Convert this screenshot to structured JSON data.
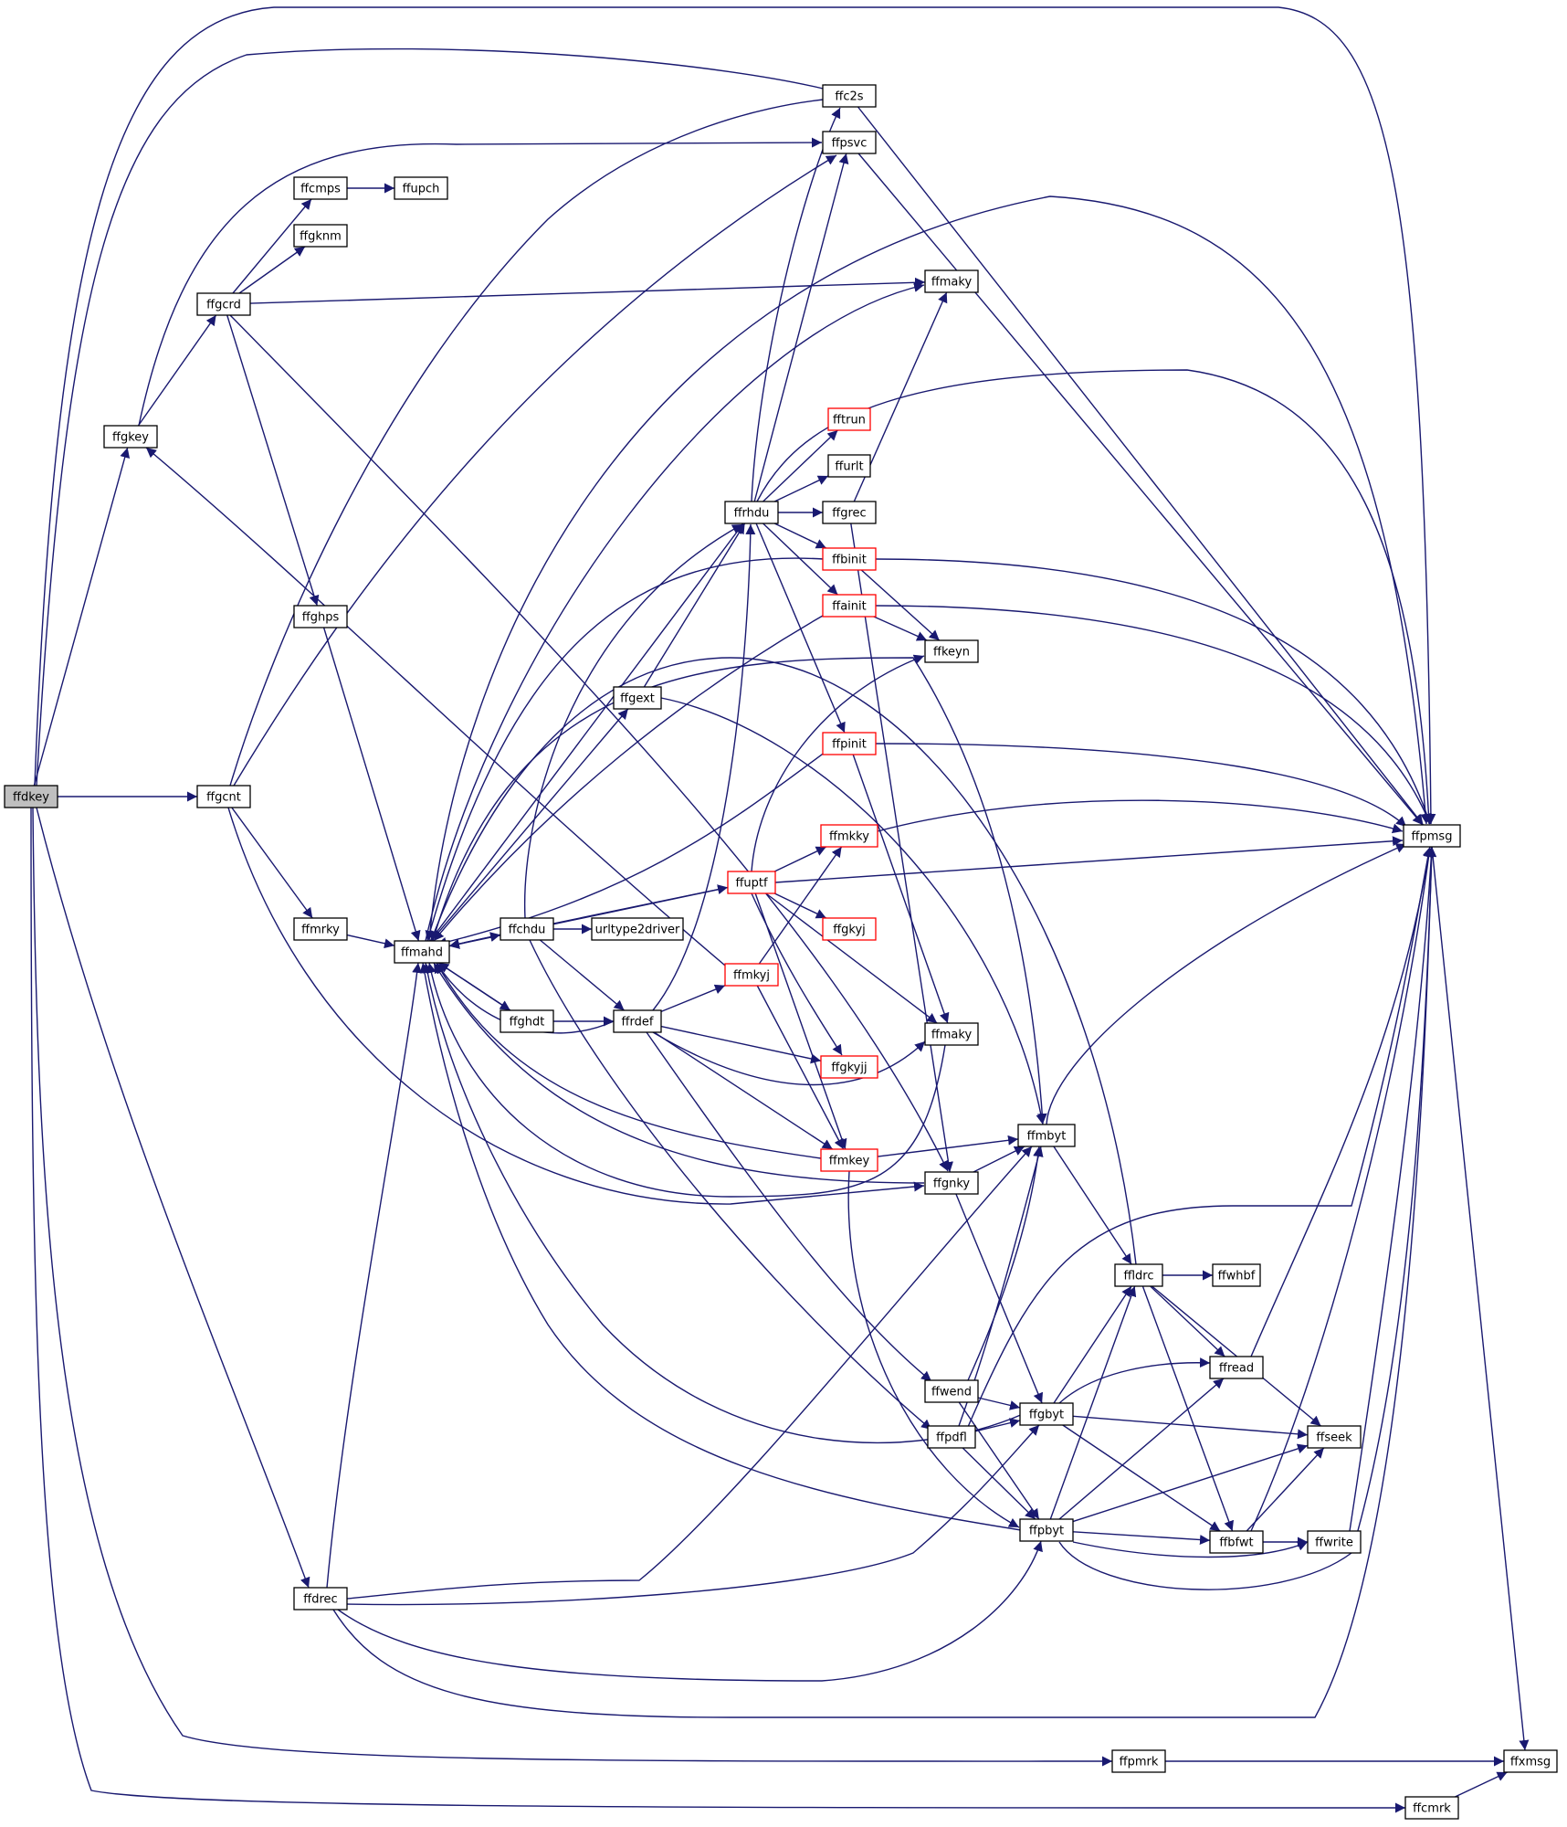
{
  "graph": {
    "nodes": [
      {
        "id": "ffdkey",
        "label": "ffdkey",
        "style": "root"
      },
      {
        "id": "ffc2s",
        "label": "ffc2s",
        "style": "normal"
      },
      {
        "id": "ffpsvc",
        "label": "ffpsvc",
        "style": "normal"
      },
      {
        "id": "ffcmps",
        "label": "ffcmps",
        "style": "normal"
      },
      {
        "id": "ffupch",
        "label": "ffupch",
        "style": "normal"
      },
      {
        "id": "ffgknm",
        "label": "ffgknm",
        "style": "normal"
      },
      {
        "id": "ffgcrd",
        "label": "ffgcrd",
        "style": "normal"
      },
      {
        "id": "ffmaky_top",
        "label": "ffmaky",
        "style": "normal"
      },
      {
        "id": "ffgkey",
        "label": "ffgkey",
        "style": "normal"
      },
      {
        "id": "fftrun",
        "label": "fftrun",
        "style": "incomplete"
      },
      {
        "id": "ffurlt",
        "label": "ffurlt",
        "style": "normal"
      },
      {
        "id": "ffrhdu",
        "label": "ffrhdu",
        "style": "normal"
      },
      {
        "id": "ffgrec",
        "label": "ffgrec",
        "style": "normal"
      },
      {
        "id": "ffbinit",
        "label": "ffbinit",
        "style": "incomplete"
      },
      {
        "id": "ffainit",
        "label": "ffainit",
        "style": "incomplete"
      },
      {
        "id": "ffghps",
        "label": "ffghps",
        "style": "normal"
      },
      {
        "id": "ffkeyn",
        "label": "ffkeyn",
        "style": "normal"
      },
      {
        "id": "ffgext",
        "label": "ffgext",
        "style": "normal"
      },
      {
        "id": "ffpinit",
        "label": "ffpinit",
        "style": "incomplete"
      },
      {
        "id": "ffgcnt",
        "label": "ffgcnt",
        "style": "normal"
      },
      {
        "id": "ffpmsg",
        "label": "ffpmsg",
        "style": "normal"
      },
      {
        "id": "ffmkky",
        "label": "ffmkky",
        "style": "incomplete"
      },
      {
        "id": "ffuptf",
        "label": "ffuptf",
        "style": "incomplete"
      },
      {
        "id": "ffmrky",
        "label": "ffmrky",
        "style": "normal"
      },
      {
        "id": "ffchdu",
        "label": "ffchdu",
        "style": "normal"
      },
      {
        "id": "urltype2driver",
        "label": "urltype2driver",
        "style": "normal"
      },
      {
        "id": "ffgkyj",
        "label": "ffgkyj",
        "style": "incomplete"
      },
      {
        "id": "ffmahd",
        "label": "ffmahd",
        "style": "normal"
      },
      {
        "id": "ffmkyj",
        "label": "ffmkyj",
        "style": "incomplete"
      },
      {
        "id": "ffghdt",
        "label": "ffghdt",
        "style": "normal"
      },
      {
        "id": "ffrdef",
        "label": "ffrdef",
        "style": "normal"
      },
      {
        "id": "ffmaky_mid",
        "label": "ffmaky",
        "style": "normal"
      },
      {
        "id": "ffgkyjj",
        "label": "ffgkyjj",
        "style": "incomplete"
      },
      {
        "id": "ffmbyt",
        "label": "ffmbyt",
        "style": "normal"
      },
      {
        "id": "ffmkey",
        "label": "ffmkey",
        "style": "incomplete"
      },
      {
        "id": "ffgnky",
        "label": "ffgnky",
        "style": "normal"
      },
      {
        "id": "ffldrc",
        "label": "ffldrc",
        "style": "normal"
      },
      {
        "id": "ffwhbf",
        "label": "ffwhbf",
        "style": "normal"
      },
      {
        "id": "ffread",
        "label": "ffread",
        "style": "normal"
      },
      {
        "id": "ffwend",
        "label": "ffwend",
        "style": "normal"
      },
      {
        "id": "ffgbyt",
        "label": "ffgbyt",
        "style": "normal"
      },
      {
        "id": "ffpdfl",
        "label": "ffpdfl",
        "style": "normal"
      },
      {
        "id": "ffseek",
        "label": "ffseek",
        "style": "normal"
      },
      {
        "id": "ffpbyt",
        "label": "ffpbyt",
        "style": "normal"
      },
      {
        "id": "ffbfwt",
        "label": "ffbfwt",
        "style": "normal"
      },
      {
        "id": "ffwrite",
        "label": "ffwrite",
        "style": "normal"
      },
      {
        "id": "ffdrec",
        "label": "ffdrec",
        "style": "normal"
      },
      {
        "id": "ffpmrk",
        "label": "ffpmrk",
        "style": "normal"
      },
      {
        "id": "ffxmsg",
        "label": "ffxmsg",
        "style": "normal"
      },
      {
        "id": "ffcmrk",
        "label": "ffcmrk",
        "style": "normal"
      }
    ],
    "edges": [
      [
        "ffdkey",
        "ffc2s"
      ],
      [
        "ffdkey",
        "ffpmsg"
      ],
      [
        "ffdkey",
        "ffgkey"
      ],
      [
        "ffdkey",
        "ffgcnt"
      ],
      [
        "ffdkey",
        "ffdrec"
      ],
      [
        "ffdkey",
        "ffpmrk"
      ],
      [
        "ffdkey",
        "ffcmrk"
      ],
      [
        "ffgkey",
        "ffpsvc"
      ],
      [
        "ffgkey",
        "ffgcrd"
      ],
      [
        "ffgcrd",
        "ffcmps"
      ],
      [
        "ffgcrd",
        "ffgknm"
      ],
      [
        "ffgcrd",
        "ffmaky_top"
      ],
      [
        "ffgcrd",
        "ffghps"
      ],
      [
        "ffgcrd",
        "ffgnky"
      ],
      [
        "ffcmps",
        "ffupch"
      ],
      [
        "ffgcnt",
        "ffc2s"
      ],
      [
        "ffgcnt",
        "ffpsvc"
      ],
      [
        "ffgcnt",
        "ffmrky"
      ],
      [
        "ffgcnt",
        "ffgnky"
      ],
      [
        "ffc2s",
        "ffpmsg"
      ],
      [
        "ffpsvc",
        "ffpmsg"
      ],
      [
        "ffghps",
        "ffmahd"
      ],
      [
        "ffmrky",
        "ffmahd"
      ],
      [
        "ffmahd",
        "ffpmsg"
      ],
      [
        "ffmahd",
        "ffmaky_top"
      ],
      [
        "ffmahd",
        "ffrhdu"
      ],
      [
        "ffmahd",
        "ffgext"
      ],
      [
        "ffmahd",
        "ffchdu"
      ],
      [
        "ffmahd",
        "ffghdt"
      ],
      [
        "ffmahd",
        "ffmbyt"
      ],
      [
        "ffrhdu",
        "ffc2s"
      ],
      [
        "ffrhdu",
        "ffpsvc"
      ],
      [
        "ffrhdu",
        "ffpmsg"
      ],
      [
        "ffrhdu",
        "fftrun"
      ],
      [
        "ffrhdu",
        "ffurlt"
      ],
      [
        "ffrhdu",
        "ffgrec"
      ],
      [
        "ffrhdu",
        "ffbinit"
      ],
      [
        "ffrhdu",
        "ffainit"
      ],
      [
        "ffrhdu",
        "ffpinit"
      ],
      [
        "ffgrec",
        "ffmaky_top"
      ],
      [
        "ffgrec",
        "ffgnky"
      ],
      [
        "ffbinit",
        "ffpmsg"
      ],
      [
        "ffbinit",
        "ffkeyn"
      ],
      [
        "ffbinit",
        "ffmahd"
      ],
      [
        "ffainit",
        "ffpmsg"
      ],
      [
        "ffainit",
        "ffkeyn"
      ],
      [
        "ffainit",
        "ffmahd"
      ],
      [
        "ffpinit",
        "ffpmsg"
      ],
      [
        "ffpinit",
        "ffmahd"
      ],
      [
        "ffpinit",
        "ffmaky_mid"
      ],
      [
        "ffgext",
        "ffrhdu"
      ],
      [
        "ffgext",
        "ffmbyt"
      ],
      [
        "ffchdu",
        "ffrhdu"
      ],
      [
        "ffchdu",
        "ffmahd"
      ],
      [
        "ffchdu",
        "urltype2driver"
      ],
      [
        "ffchdu",
        "ffuptf"
      ],
      [
        "ffchdu",
        "ffrdef"
      ],
      [
        "ffchdu",
        "ffpdfl"
      ],
      [
        "ffghdt",
        "ffmahd"
      ],
      [
        "ffghdt",
        "ffrdef"
      ],
      [
        "ffrdef",
        "ffrhdu"
      ],
      [
        "ffrdef",
        "ffmahd"
      ],
      [
        "ffrdef",
        "ffmkyj"
      ],
      [
        "ffrdef",
        "ffgkyjj"
      ],
      [
        "ffrdef",
        "ffmaky_mid"
      ],
      [
        "ffrdef",
        "ffmkey"
      ],
      [
        "ffrdef",
        "ffwend"
      ],
      [
        "ffuptf",
        "ffmahd"
      ],
      [
        "ffuptf",
        "ffmkky"
      ],
      [
        "ffuptf",
        "ffgkyj"
      ],
      [
        "ffuptf",
        "ffpmsg"
      ],
      [
        "ffuptf",
        "ffgkyjj"
      ],
      [
        "ffuptf",
        "ffmaky_mid"
      ],
      [
        "ffuptf",
        "ffmkey"
      ],
      [
        "ffuptf",
        "ffkeyn"
      ],
      [
        "ffmkky",
        "ffpmsg"
      ],
      [
        "ffmkyj",
        "ffgkey"
      ],
      [
        "ffmkyj",
        "ffmkky"
      ],
      [
        "ffmkyj",
        "ffmkey"
      ],
      [
        "ffmkey",
        "ffmahd"
      ],
      [
        "ffmkey",
        "ffmbyt"
      ],
      [
        "ffmkey",
        "ffpbyt"
      ],
      [
        "ffmaky_mid",
        "ffmahd"
      ],
      [
        "ffgnky",
        "ffmahd"
      ],
      [
        "ffgnky",
        "ffmbyt"
      ],
      [
        "ffgnky",
        "ffgbyt"
      ],
      [
        "ffmbyt",
        "ffpmsg"
      ],
      [
        "ffmbyt",
        "ffldrc"
      ],
      [
        "ffldrc",
        "ffmahd"
      ],
      [
        "ffldrc",
        "ffwhbf"
      ],
      [
        "ffldrc",
        "ffread"
      ],
      [
        "ffldrc",
        "ffseek"
      ],
      [
        "ffldrc",
        "ffbfwt"
      ],
      [
        "ffread",
        "ffpmsg"
      ],
      [
        "ffwend",
        "ffmbyt"
      ],
      [
        "ffwend",
        "ffgbyt"
      ],
      [
        "ffwend",
        "ffpbyt"
      ],
      [
        "ffpdfl",
        "ffmbyt"
      ],
      [
        "ffpdfl",
        "ffgbyt"
      ],
      [
        "ffpdfl",
        "ffpbyt"
      ],
      [
        "ffpdfl",
        "ffpmsg"
      ],
      [
        "ffgbyt",
        "ffldrc"
      ],
      [
        "ffgbyt",
        "ffread"
      ],
      [
        "ffgbyt",
        "ffseek"
      ],
      [
        "ffgbyt",
        "ffbfwt"
      ],
      [
        "ffgbyt",
        "ffmahd"
      ],
      [
        "ffpbyt",
        "ffldrc"
      ],
      [
        "ffpbyt",
        "ffread"
      ],
      [
        "ffpbyt",
        "ffseek"
      ],
      [
        "ffpbyt",
        "ffbfwt"
      ],
      [
        "ffpbyt",
        "ffwrite"
      ],
      [
        "ffpbyt",
        "ffpmsg"
      ],
      [
        "ffpbyt",
        "ffmahd"
      ],
      [
        "ffbfwt",
        "ffseek"
      ],
      [
        "ffbfwt",
        "ffwrite"
      ],
      [
        "ffbfwt",
        "ffpmsg"
      ],
      [
        "ffwrite",
        "ffpmsg"
      ],
      [
        "ffdrec",
        "ffmahd"
      ],
      [
        "ffdrec",
        "ffmbyt"
      ],
      [
        "ffdrec",
        "ffgbyt"
      ],
      [
        "ffdrec",
        "ffpbyt"
      ],
      [
        "ffdrec",
        "ffpmsg"
      ],
      [
        "ffpmsg",
        "ffxmsg"
      ],
      [
        "ffpmrk",
        "ffxmsg"
      ],
      [
        "ffcmrk",
        "ffxmsg"
      ]
    ]
  }
}
